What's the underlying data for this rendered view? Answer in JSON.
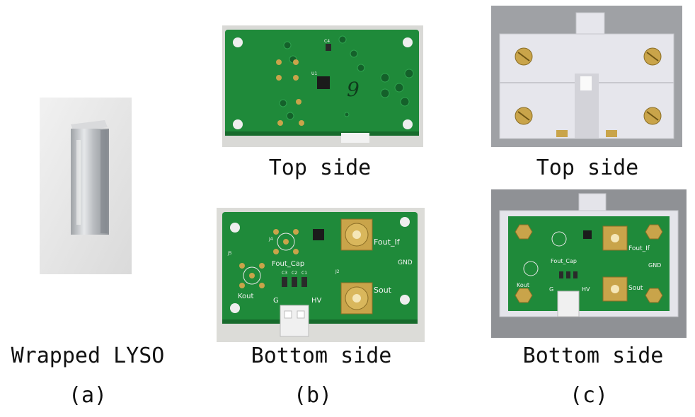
{
  "panels": [
    {
      "caption": "Wrapped LYSO",
      "label": "(a)"
    },
    {
      "top_caption": "Top side",
      "bottom_caption": "Bottom side",
      "label": "(b)"
    },
    {
      "top_caption": "Top side",
      "bottom_caption": "Bottom side",
      "label": "(c)"
    }
  ],
  "pcb_top_marking": "9",
  "pcb_silkscreen": {
    "fout_if": "Fout_If",
    "fout_cap": "Fout_Cap",
    "kout": "Kout",
    "sout": "Sout",
    "gnd": "GND",
    "g": "G",
    "hv": "HV",
    "j5": "J5",
    "j4": "J4",
    "j2": "J2",
    "c4": "C4",
    "u1": "U1",
    "c3": "C3",
    "c2": "C2",
    "c1": "C1"
  },
  "colors": {
    "pcb_green": "#1f8a3a",
    "pcb_green_dark": "#176b2c",
    "gold": "#c9a44a",
    "plastic": "#e4e4ea"
  }
}
